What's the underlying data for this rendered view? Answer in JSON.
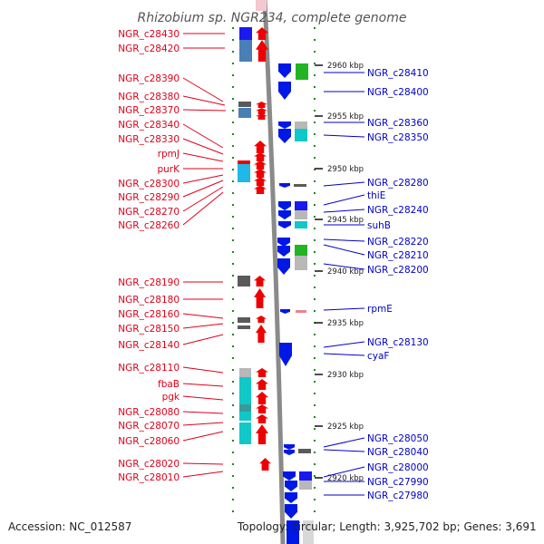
{
  "title": "Rhizobium sp. NGR234, complete genome",
  "footer": {
    "accession": "Accession: NC_012587",
    "topology": "Topology: circular; Length: 3,925,702 bp; Genes: 3,691"
  },
  "colors": {
    "left_label": "#e0001a",
    "right_label": "#0000c8",
    "backbone": "#8a8a8a",
    "red_gene": "#ee0000",
    "blue_gene": "#0018e6"
  },
  "kbp_markers": [
    {
      "label": "2960 kbp"
    },
    {
      "label": "2955 kbp"
    },
    {
      "label": "2950 kbp"
    },
    {
      "label": "2945 kbp"
    },
    {
      "label": "2940 kbp"
    },
    {
      "label": "2935 kbp"
    },
    {
      "label": "2930 kbp"
    },
    {
      "label": "2925 kbp"
    },
    {
      "label": "2920 kbp"
    }
  ],
  "left_labels": [
    "NGR_c28430",
    "NGR_c28420",
    "NGR_c28390",
    "NGR_c28380",
    "NGR_c28370",
    "NGR_c28340",
    "NGR_c28330",
    "rpmJ",
    "purK",
    "NGR_c28300",
    "NGR_c28290",
    "NGR_c28270",
    "NGR_c28260",
    "NGR_c28190",
    "NGR_c28180",
    "NGR_c28160",
    "NGR_c28150",
    "NGR_c28140",
    "NGR_c28110",
    "fbaB",
    "pgk",
    "NGR_c28080",
    "NGR_c28070",
    "NGR_c28060",
    "NGR_c28020",
    "NGR_c28010"
  ],
  "right_labels": [
    "NGR_c28410",
    "NGR_c28400",
    "NGR_c28360",
    "NGR_c28350",
    "NGR_c28280",
    "thiE",
    "NGR_c28240",
    "suhB",
    "NGR_c28220",
    "NGR_c28210",
    "NGR_c28200",
    "rpmE",
    "NGR_c28130",
    "cyaF",
    "NGR_c28050",
    "NGR_c28040",
    "NGR_c28000",
    "NGR_c27990",
    "NGR_c27980"
  ]
}
